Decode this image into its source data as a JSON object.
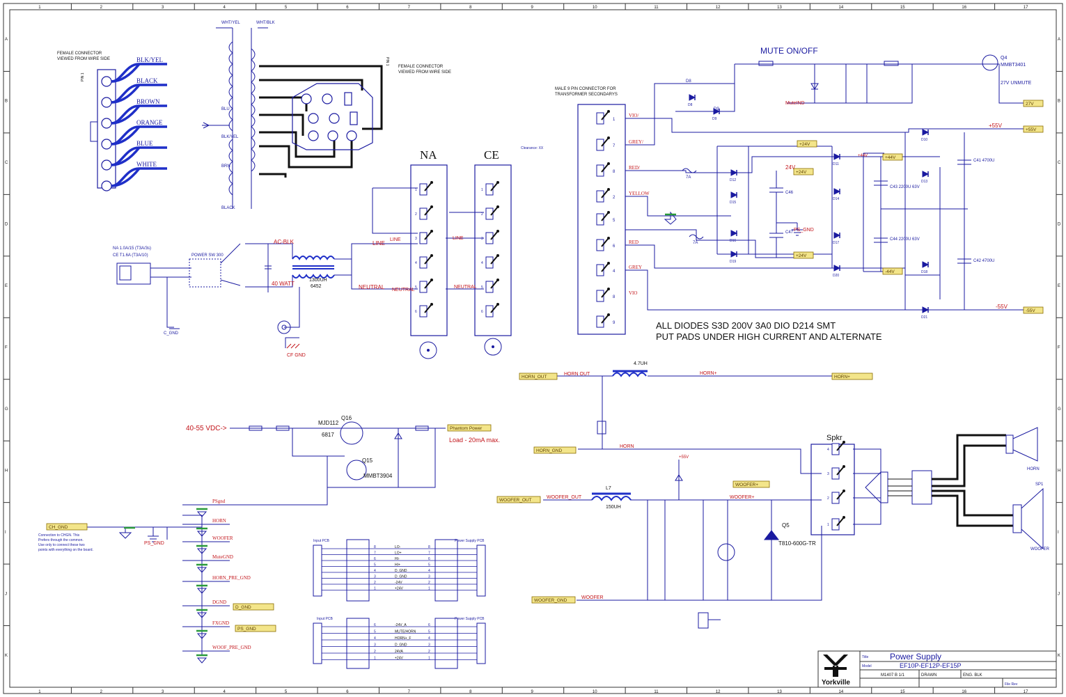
{
  "border": {
    "cols": [
      "1",
      "2",
      "3",
      "4",
      "5",
      "6",
      "7",
      "8",
      "9",
      "10",
      "11",
      "12",
      "13",
      "14",
      "15",
      "16",
      "17"
    ],
    "rows": [
      "A",
      "B",
      "C",
      "D",
      "E",
      "F",
      "G",
      "H",
      "I",
      "J",
      "K"
    ]
  },
  "connectors": {
    "female_left_title": "FEMALE CONNECTOR\nVIEWED FROM WIRE SIDE",
    "female_left_title_l1": "FEMALE CONNECTOR",
    "female_left_title_l2": "VIEWED FROM WIRE SIDE",
    "wire_colors": [
      "BLK/YEL",
      "BLACK",
      "BROWN",
      "ORANGE",
      "BLUE",
      "WHITE"
    ],
    "female_right_title_l1": "FEMALE CONNECTOR",
    "female_right_title_l2": "VIEWED FROM WIRE SIDE",
    "male_title_l1": "MALE 9 PIN CONNECTOR FOR",
    "male_title_l2": "TRANSFORMER SECONDARYS",
    "male_pins": [
      "VIO/",
      "GREY/",
      "RED/",
      "YELLOW",
      "",
      "RED",
      "GREY",
      "VIO",
      "",
      ""
    ],
    "pin1": "PIN 1"
  },
  "regions": {
    "na": "NA",
    "ce": "CE",
    "mute": "MUTE ON/OFF",
    "spkr": "Spkr",
    "mute_ind": "MuteIND",
    "unmute": "27V UNMUTE"
  },
  "mains": {
    "line": "LINE",
    "neutral": "NEUTRAL",
    "choke": "1300UH",
    "choke_pn": "6452",
    "cap_label": "40 WATT",
    "c_gnd": "C_GND",
    "cf_gnd": "CF GND"
  },
  "notes": {
    "diodes_l1": "ALL DIODES S3D    200V  3A0  DIO D214 SMT",
    "diodes_l2": "PUT PADS UNDER HIGH CURRENT AND ALTERNATE",
    "phantom_in": "40-55 VDC->",
    "phantom_load": "Load - 20mA max."
  },
  "transistors": {
    "q16": "Q16",
    "q16_pn": "6817",
    "q15": "Q15",
    "q15_pn": "MMBT3904",
    "q4": "Q4",
    "q4_pn": "MMBT3401",
    "q5": "Q5",
    "q5_pn": "T810-600G-TR",
    "mjd": "MJD112"
  },
  "rails": {
    "p55": "+55V",
    "p44": "+44V",
    "n44": "-44V",
    "n55": "-55V",
    "p24": "24V",
    "n24": "-24V"
  },
  "tags": {
    "horn_out": "HORN_OUT",
    "horn_gnd": "HORN_GND",
    "woofer_out": "WOOFER_OUT",
    "woofer_gnd": "WOOFER_GND",
    "woofer_p": "WOOFER+",
    "horn_p": "HORN+",
    "ch_gnd": "CH_GND",
    "phantom": "Phantom Power",
    "d_gnd": "D_GND",
    "ps_gnd": "PS_GND",
    "p27": "27V",
    "m55": "-55V",
    "p55": "+55V",
    "p44": "+44V",
    "m44": "-44V",
    "p24": "+24V"
  },
  "nets": {
    "horn_out": "HORN OUT",
    "horn": "HORN",
    "hornp": "HORN+",
    "woofer_out": "WOOFER_OUT",
    "wooferp": "WOOFER+",
    "woofer": "WOOFER",
    "psgnd": "PSgnd",
    "horn2": "HORN",
    "woofer2": "WOOFER",
    "mute_gnd": "MuteGND",
    "horn_pre": "HORN_PRE_GND",
    "dgnd": "DGND",
    "fxgnd": "FXGND",
    "woof_pre": "WOOF_PRE_GND"
  },
  "ribbons": {
    "top": [
      "LO-",
      "LO+",
      "HI-",
      "HI+",
      "D_GND",
      "D_GND",
      "-24V",
      "+24V"
    ],
    "bottom": [
      "-24V_A",
      "MUTE/HORN",
      "HORN+_F",
      "D_GND",
      "24VA",
      "+24V"
    ]
  },
  "speakers": {
    "horn": "HORN",
    "woofer": "WOOFER",
    "sp1": "SP1"
  },
  "title_block": {
    "company": "Yorkville",
    "title": "Power Supply",
    "subtitle": "EF10P-EF12P-EF15P",
    "sheet": "M1407 B 1/1",
    "drawn": "DRAWN",
    "eng": "ENG. BLK",
    "size_label": "Title",
    "model_label": "Model",
    "rev_label": "File Rev"
  }
}
